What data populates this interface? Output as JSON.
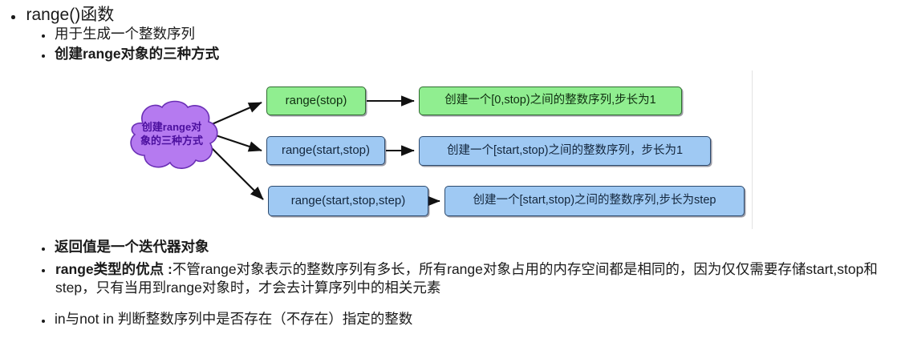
{
  "slide": {
    "bullets": [
      {
        "level": 1,
        "text": "range()函数",
        "bold": false
      },
      {
        "level": 2,
        "text": "用于生成一个整数序列",
        "bold": false
      },
      {
        "level": 2,
        "text": "创建range对象的三种方式",
        "bold": true
      },
      {
        "level": 2,
        "text": "返回值是一个迭代器对象",
        "bold": true
      }
    ],
    "advantage_bullet": {
      "label": "range类型的优点 :",
      "body": "不管range对象表示的整数序列有多长，所有range对象占用的内存空间都是相同的，因为仅仅需要存储start,stop和step，只有当用到range对象时，才会去计算序列中的相关元素"
    },
    "membership_bullet": {
      "text": "in与not in 判断整数序列中是否存在（不存在）指定的整数"
    }
  },
  "diagram": {
    "cloud": {
      "line1": "创建range对",
      "line2": "象的三种方式",
      "fill": "#B57AF0",
      "stroke": "#6a2fb5",
      "text_color": "#4b0f9e"
    },
    "nodes": [
      {
        "id": "n-stop",
        "label": "range(stop)",
        "color": "green"
      },
      {
        "id": "n-startstop",
        "label": "range(start,stop)",
        "color": "blue"
      },
      {
        "id": "n-3arg",
        "label": "range(start,stop,step)",
        "color": "blue"
      }
    ],
    "descriptions": [
      {
        "id": "d-stop",
        "label": "创建一个[0,stop)之间的整数序列,步长为1",
        "color": "green"
      },
      {
        "id": "d-startstop",
        "label": "创建一个[start,stop)之间的整数序列，步长为1",
        "color": "blue"
      },
      {
        "id": "d-3arg",
        "label": "创建一个[start,stop)之间的整数序列,步长为step",
        "color": "blue"
      }
    ],
    "colors": {
      "green_fill": "#90EE90",
      "green_stroke": "#2f6b2f",
      "blue_fill": "#9FC9F3",
      "blue_stroke": "#2c4a6e",
      "arrow": "#111111",
      "divider": "#e3e3e3"
    }
  }
}
